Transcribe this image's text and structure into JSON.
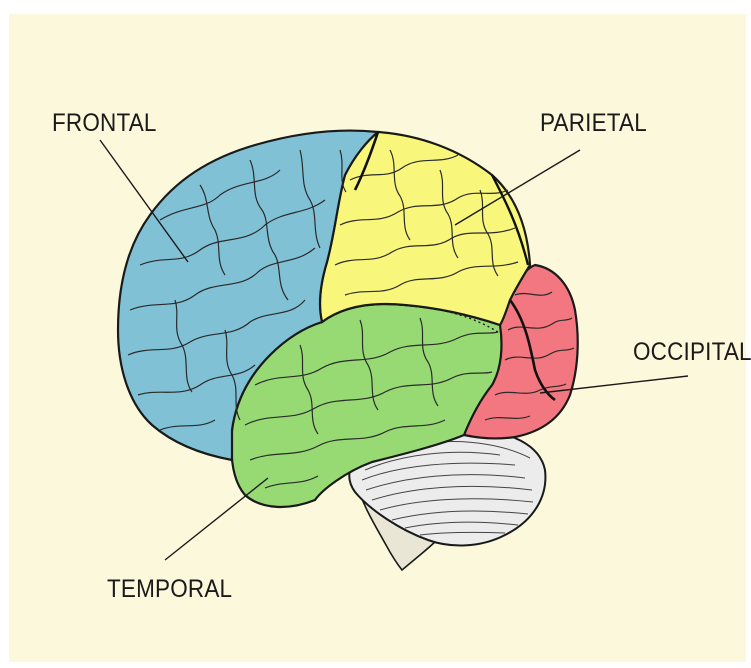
{
  "diagram": {
    "labels": {
      "frontal": "FRONTAL",
      "parietal": "PARIETAL",
      "occipital": "OCCIPITAL",
      "temporal": "TEMPORAL"
    },
    "colors": {
      "background": "#fcf8dc",
      "frontal": "#80c1d6",
      "parietal": "#f9f77b",
      "temporal": "#97da74",
      "occipital": "#f27780",
      "cerebellum": "#ececec",
      "brainstem": "#e9e6d6",
      "outline": "#1a1a1a"
    }
  }
}
